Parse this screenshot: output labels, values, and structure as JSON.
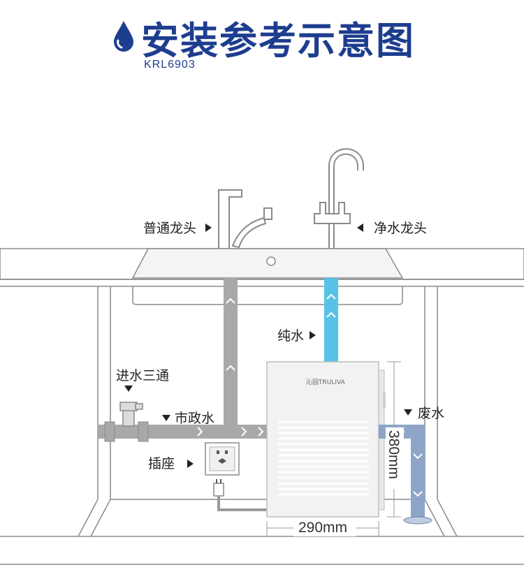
{
  "header": {
    "title": "安装参考示意图",
    "model": "KRL6903"
  },
  "labels": {
    "normal_faucet": "普通龙头",
    "pure_faucet": "净水龙头",
    "pure_water": "纯水",
    "inlet_tee": "进水三通",
    "tap_water": "市政水",
    "waste_water": "废水",
    "socket": "插座"
  },
  "device": {
    "brand": "沁园TRULIVA",
    "width_label": "290mm",
    "height_label": "380mm"
  },
  "colors": {
    "title": "#1d3d8f",
    "pure_pipe": "#56c3e6",
    "tap_pipe": "#a8a8a8",
    "waste_pipe": "#8ea5c8",
    "cabinet_line": "#8a8a8a"
  }
}
